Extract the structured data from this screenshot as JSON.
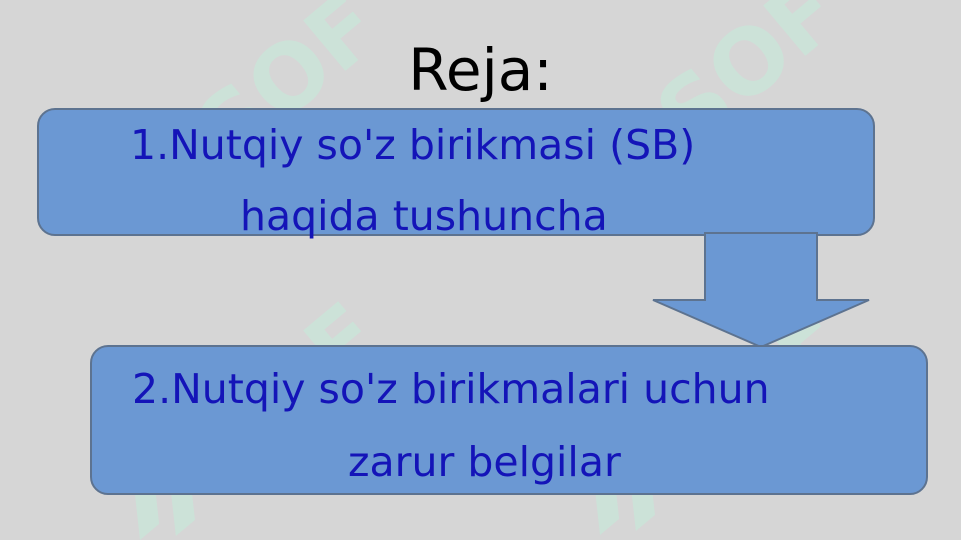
{
  "title": "Reja:",
  "items": [
    {
      "line1": "1.Nutqiy so'z birikmasi (SB)",
      "line2": "haqida tushuncha"
    },
    {
      "line1": "2.Nutqiy so'z birikmalari uchun",
      "line2": "zarur belgilar"
    }
  ],
  "watermark_text": "SOF",
  "colors": {
    "background": "#d6d6d6",
    "box_fill": "#6b98d3",
    "box_border": "#5d7390",
    "item_text": "#1414b8",
    "title_text": "#000000"
  }
}
